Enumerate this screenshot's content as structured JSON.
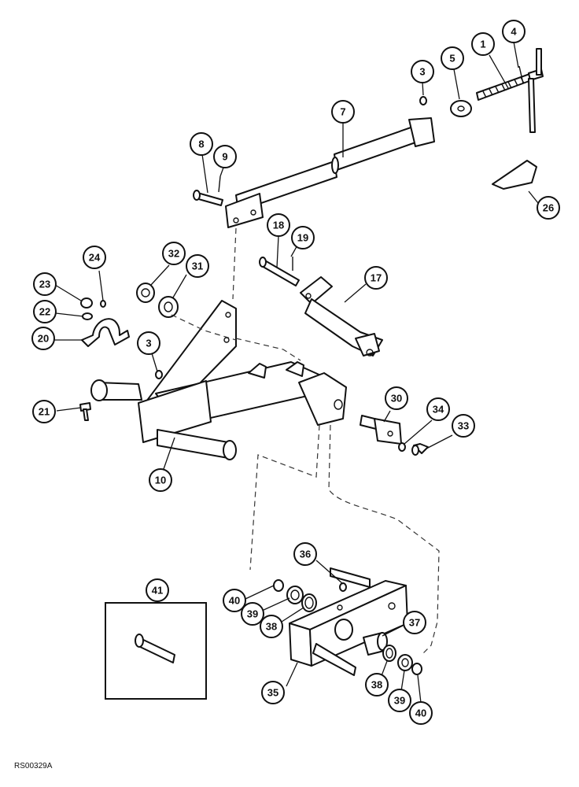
{
  "diagram": {
    "callouts": [
      {
        "id": "c1",
        "label": "1"
      },
      {
        "id": "c3a",
        "label": "3"
      },
      {
        "id": "c3b",
        "label": "3"
      },
      {
        "id": "c4",
        "label": "4"
      },
      {
        "id": "c5",
        "label": "5"
      },
      {
        "id": "c7",
        "label": "7"
      },
      {
        "id": "c8",
        "label": "8"
      },
      {
        "id": "c9",
        "label": "9"
      },
      {
        "id": "c10",
        "label": "10"
      },
      {
        "id": "c17",
        "label": "17"
      },
      {
        "id": "c18",
        "label": "18"
      },
      {
        "id": "c19",
        "label": "19"
      },
      {
        "id": "c20",
        "label": "20"
      },
      {
        "id": "c21",
        "label": "21"
      },
      {
        "id": "c22",
        "label": "22"
      },
      {
        "id": "c23",
        "label": "23"
      },
      {
        "id": "c24",
        "label": "24"
      },
      {
        "id": "c26",
        "label": "26"
      },
      {
        "id": "c30",
        "label": "30"
      },
      {
        "id": "c31",
        "label": "31"
      },
      {
        "id": "c32",
        "label": "32"
      },
      {
        "id": "c33",
        "label": "33"
      },
      {
        "id": "c34",
        "label": "34"
      },
      {
        "id": "c35",
        "label": "35"
      },
      {
        "id": "c36",
        "label": "36"
      },
      {
        "id": "c37",
        "label": "37"
      },
      {
        "id": "c38a",
        "label": "38"
      },
      {
        "id": "c38b",
        "label": "38"
      },
      {
        "id": "c39a",
        "label": "39"
      },
      {
        "id": "c39b",
        "label": "39"
      },
      {
        "id": "c40a",
        "label": "40"
      },
      {
        "id": "c40b",
        "label": "40"
      },
      {
        "id": "c41",
        "label": "41"
      }
    ],
    "reference_code": "RS00329A"
  }
}
